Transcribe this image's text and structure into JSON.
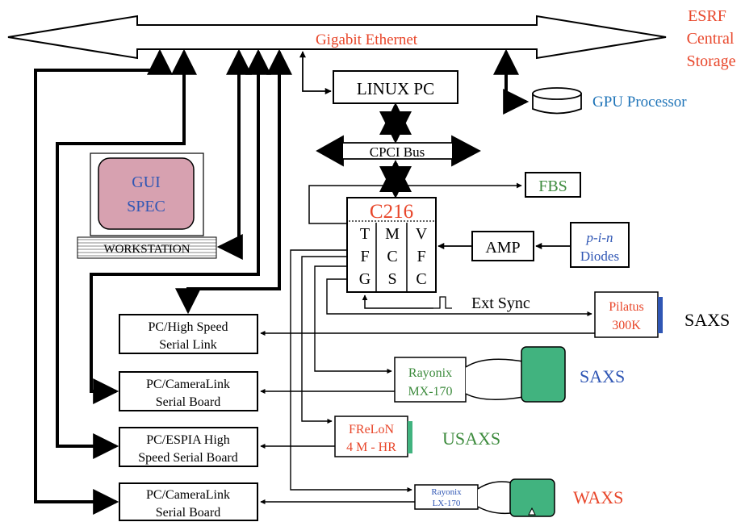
{
  "colors": {
    "red": "#e8462a",
    "blue": "#2f56b4",
    "green": "#3d8b3d",
    "screen_pink": "#d7a1b0",
    "detector_green": "#41b37f",
    "gpu_blue": "#1f74b8",
    "black": "#000000"
  },
  "network": {
    "bus_label": "Gigabit Ethernet",
    "storage_lines": [
      "ESRF",
      "Central",
      "Storage"
    ]
  },
  "linux_pc": {
    "label": "LINUX PC"
  },
  "gpu": {
    "label": "GPU Processor"
  },
  "cpci": {
    "label": "CPCI Bus"
  },
  "fbs": {
    "label": "FBS"
  },
  "c216": {
    "title": "C216",
    "cells": [
      "T",
      "M",
      "V",
      "F",
      "C",
      "F",
      "G",
      "S",
      "C"
    ]
  },
  "amp": {
    "label": "AMP"
  },
  "diodes": {
    "line1": "p-i-n",
    "line2": "Diodes"
  },
  "ext_sync": {
    "label": "Ext Sync"
  },
  "workstation": {
    "screen_lines": [
      "GUI",
      "SPEC"
    ],
    "label": "WORKSTATION"
  },
  "pc_boards": [
    {
      "lines": [
        "PC/High Speed",
        "Serial Link"
      ]
    },
    {
      "lines": [
        "PC/CameraLink",
        "Serial Board"
      ]
    },
    {
      "lines": [
        "PC/ESPIA High",
        "Speed Serial Board"
      ]
    },
    {
      "lines": [
        "PC/CameraLink",
        "Serial Board"
      ]
    }
  ],
  "detectors": {
    "pilatus": {
      "lines": [
        "Pilatus",
        "300K"
      ],
      "tag": "SAXS"
    },
    "rayonix_mx": {
      "lines": [
        "Rayonix",
        "MX-170"
      ],
      "tag": "SAXS"
    },
    "frelon": {
      "lines": [
        "FReLoN",
        "4 M - HR"
      ],
      "tag": "USAXS"
    },
    "rayonix_lx": {
      "lines": [
        "Rayonix",
        "LX-170"
      ],
      "tag": "WAXS"
    }
  }
}
